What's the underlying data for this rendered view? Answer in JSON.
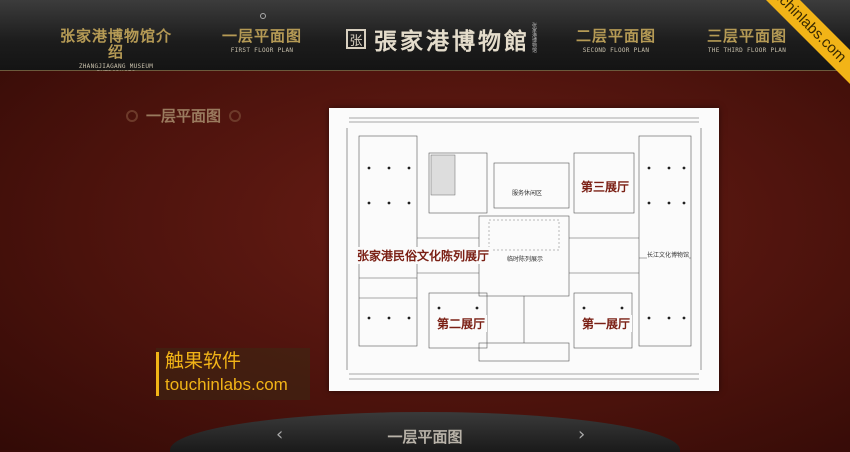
{
  "nav": {
    "items": [
      {
        "cn": "张家港博物馆介绍",
        "en": "ZHANGJIAGANG MUSEUM INTRODUCES"
      },
      {
        "cn": "一层平面图",
        "en": "FIRST FLOOR PLAN"
      },
      {
        "cn": "二层平面图",
        "en": "SECOND FLOOR PLAN"
      },
      {
        "cn": "三层平面图",
        "en": "THE THIRD FLOOR PLAN"
      }
    ]
  },
  "logo": {
    "seal": "张",
    "text": "張家港博物館",
    "small": "张家港博物馆"
  },
  "corner_badge": "touchinlabs.com",
  "section_title": "一层平面图",
  "plan": {
    "halls": {
      "hall3": "第三展厅",
      "folk": "张家港民俗文化陈列展厅",
      "hall2": "第二展厅",
      "hall1": "第一展厅"
    },
    "labels": {
      "service": "服务休闲区",
      "temp": "临时陈列展示",
      "yangtze": "长江文化博物馆"
    }
  },
  "watermark": {
    "cn": "触果软件",
    "en": "touchinlabs.com"
  },
  "bottom": {
    "title": "一层平面图",
    "prev": "‹",
    "next": "›"
  }
}
